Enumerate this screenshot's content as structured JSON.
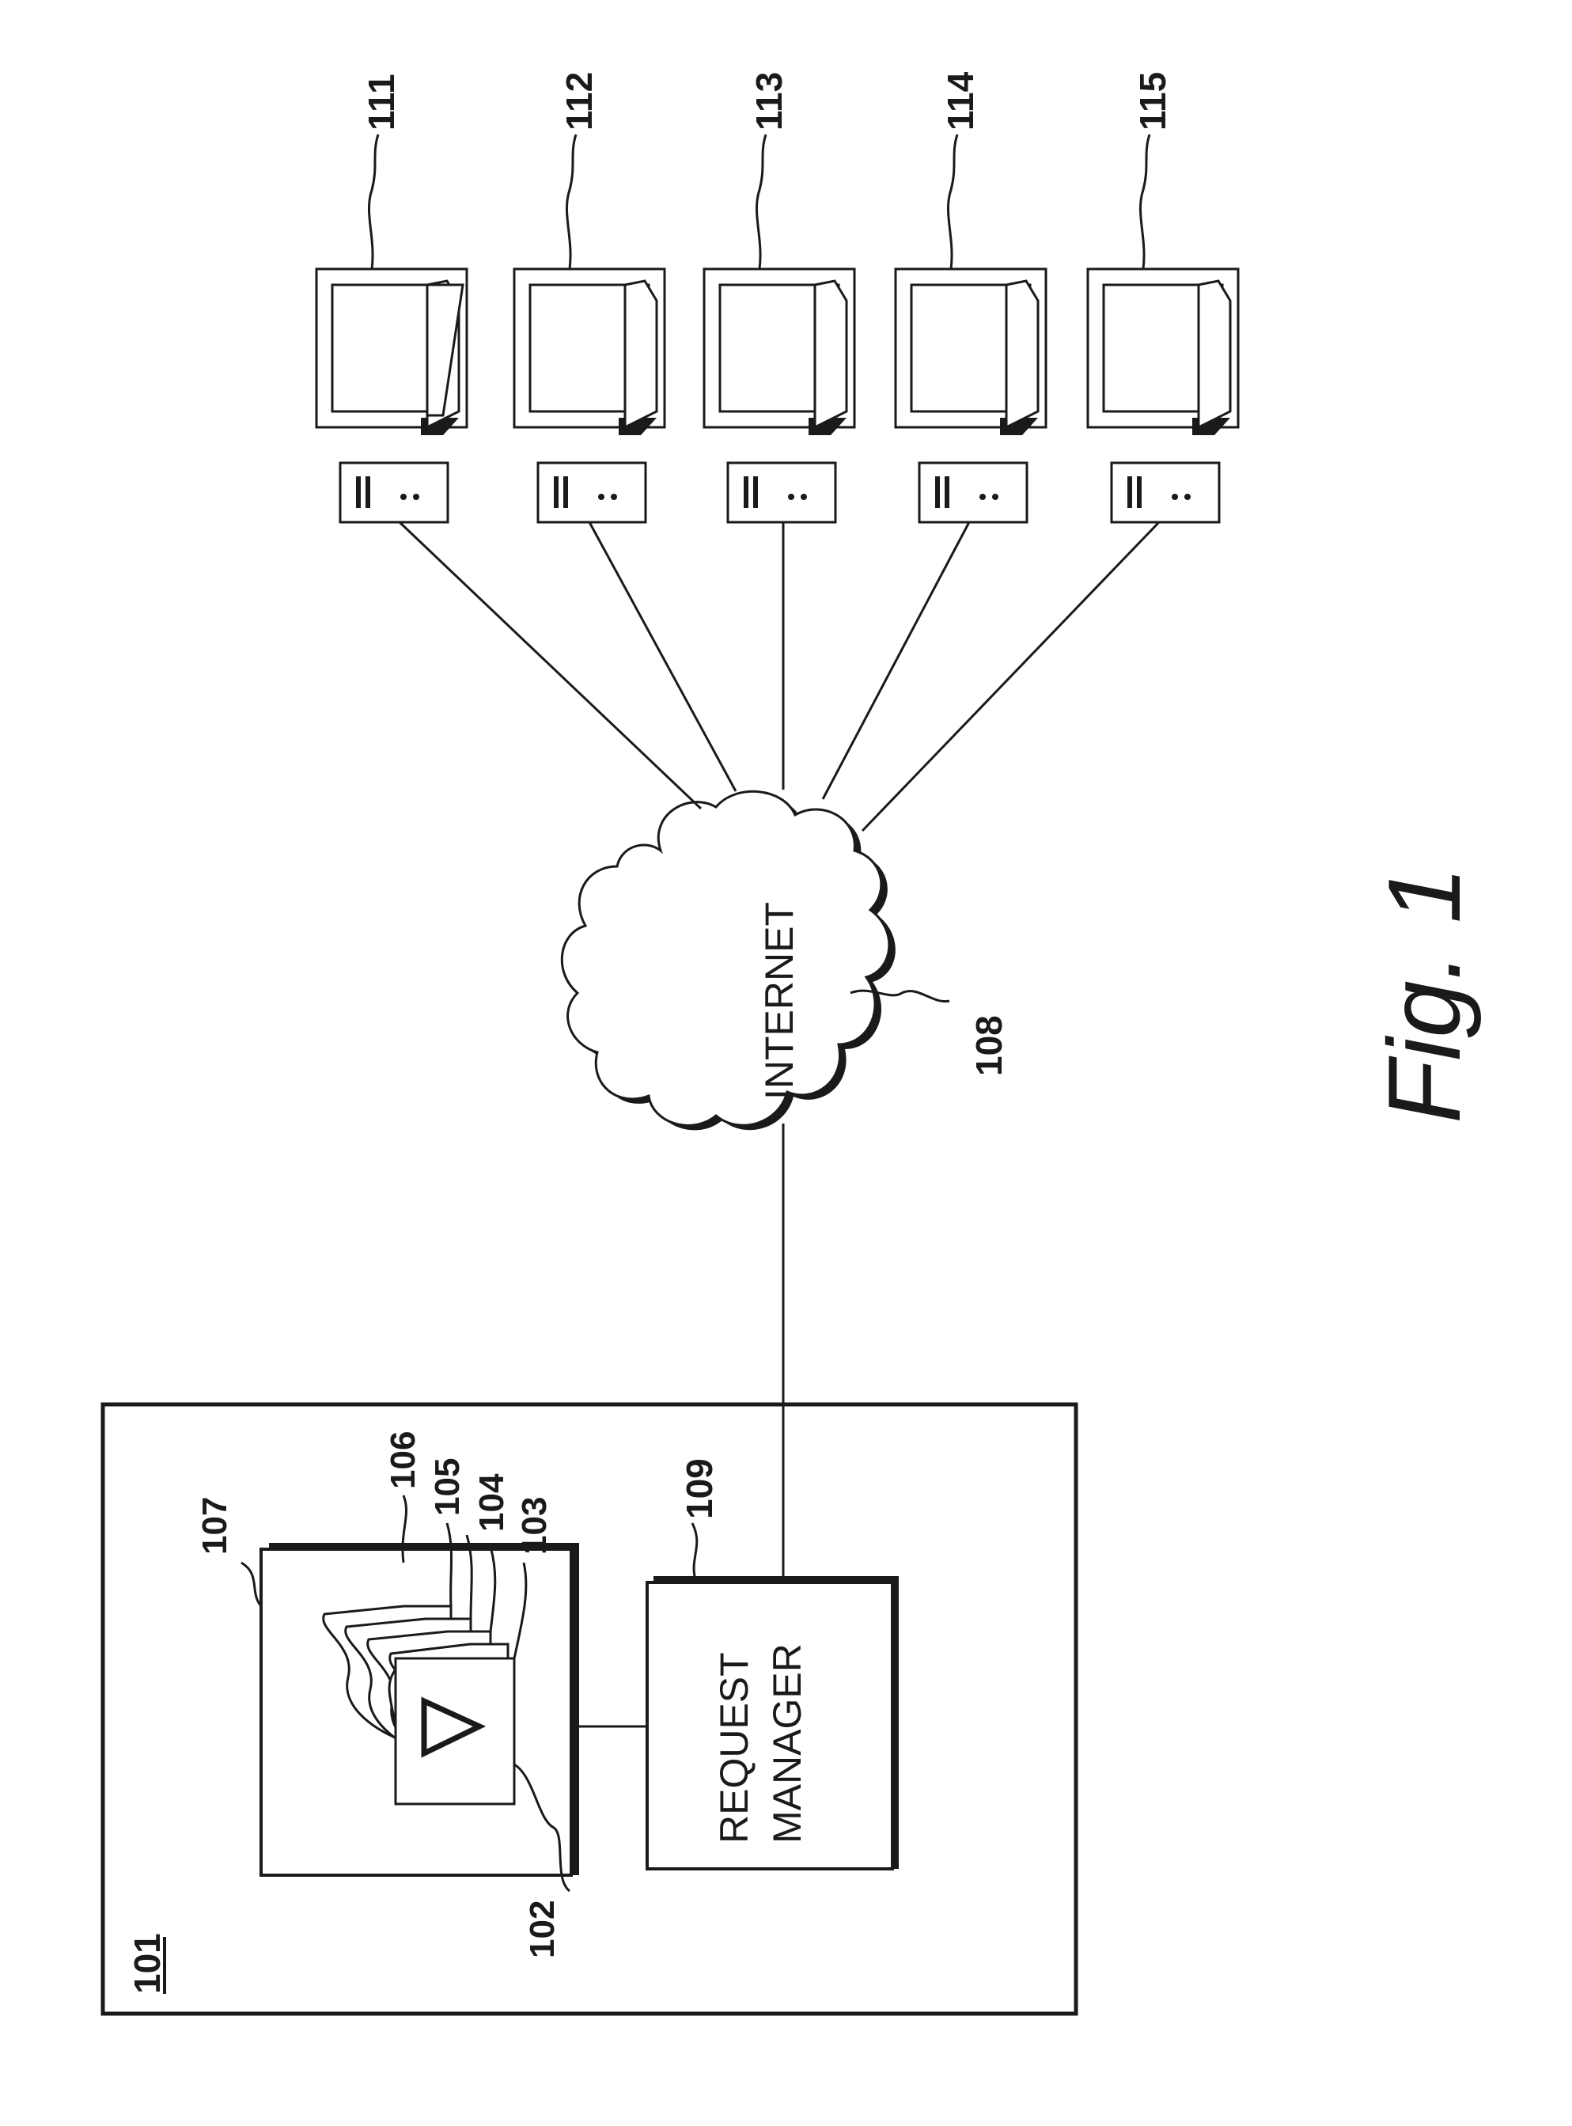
{
  "figure": {
    "caption": "Fig. 1",
    "server_label": "101",
    "document_labels": [
      "102",
      "103",
      "104",
      "105",
      "106"
    ],
    "container_label": "107",
    "request_manager": {
      "label": "109",
      "text_line1": "REQUEST",
      "text_line2": "MANAGER"
    },
    "internet": {
      "label": "108",
      "text": "INTERNET"
    },
    "clients": [
      {
        "label": "111"
      },
      {
        "label": "112"
      },
      {
        "label": "113"
      },
      {
        "label": "114"
      },
      {
        "label": "115"
      }
    ]
  }
}
